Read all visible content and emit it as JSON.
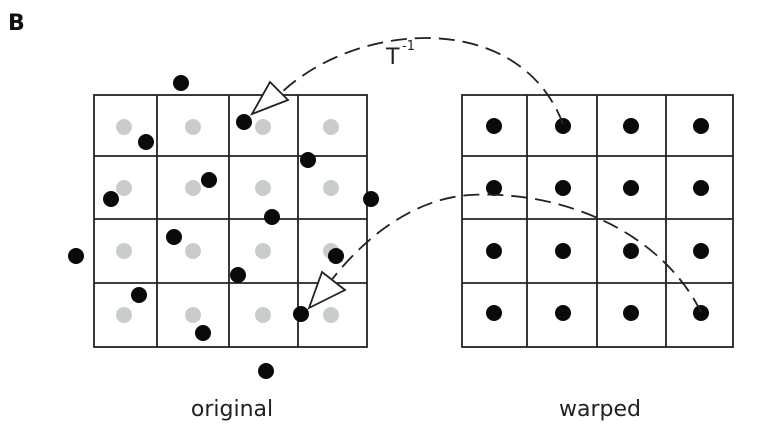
{
  "panel_label": "B",
  "transform_label": {
    "base": "T",
    "superscript": "-1"
  },
  "original": {
    "label": "original",
    "rows": 4,
    "cols": 4
  },
  "warped": {
    "label": "warped",
    "rows": 4,
    "cols": 4
  },
  "colors": {
    "grid_line": "#222222",
    "dot_black": "#0a0a0a",
    "dot_grey": "#c9cdc9",
    "arrow": "#222222"
  }
}
